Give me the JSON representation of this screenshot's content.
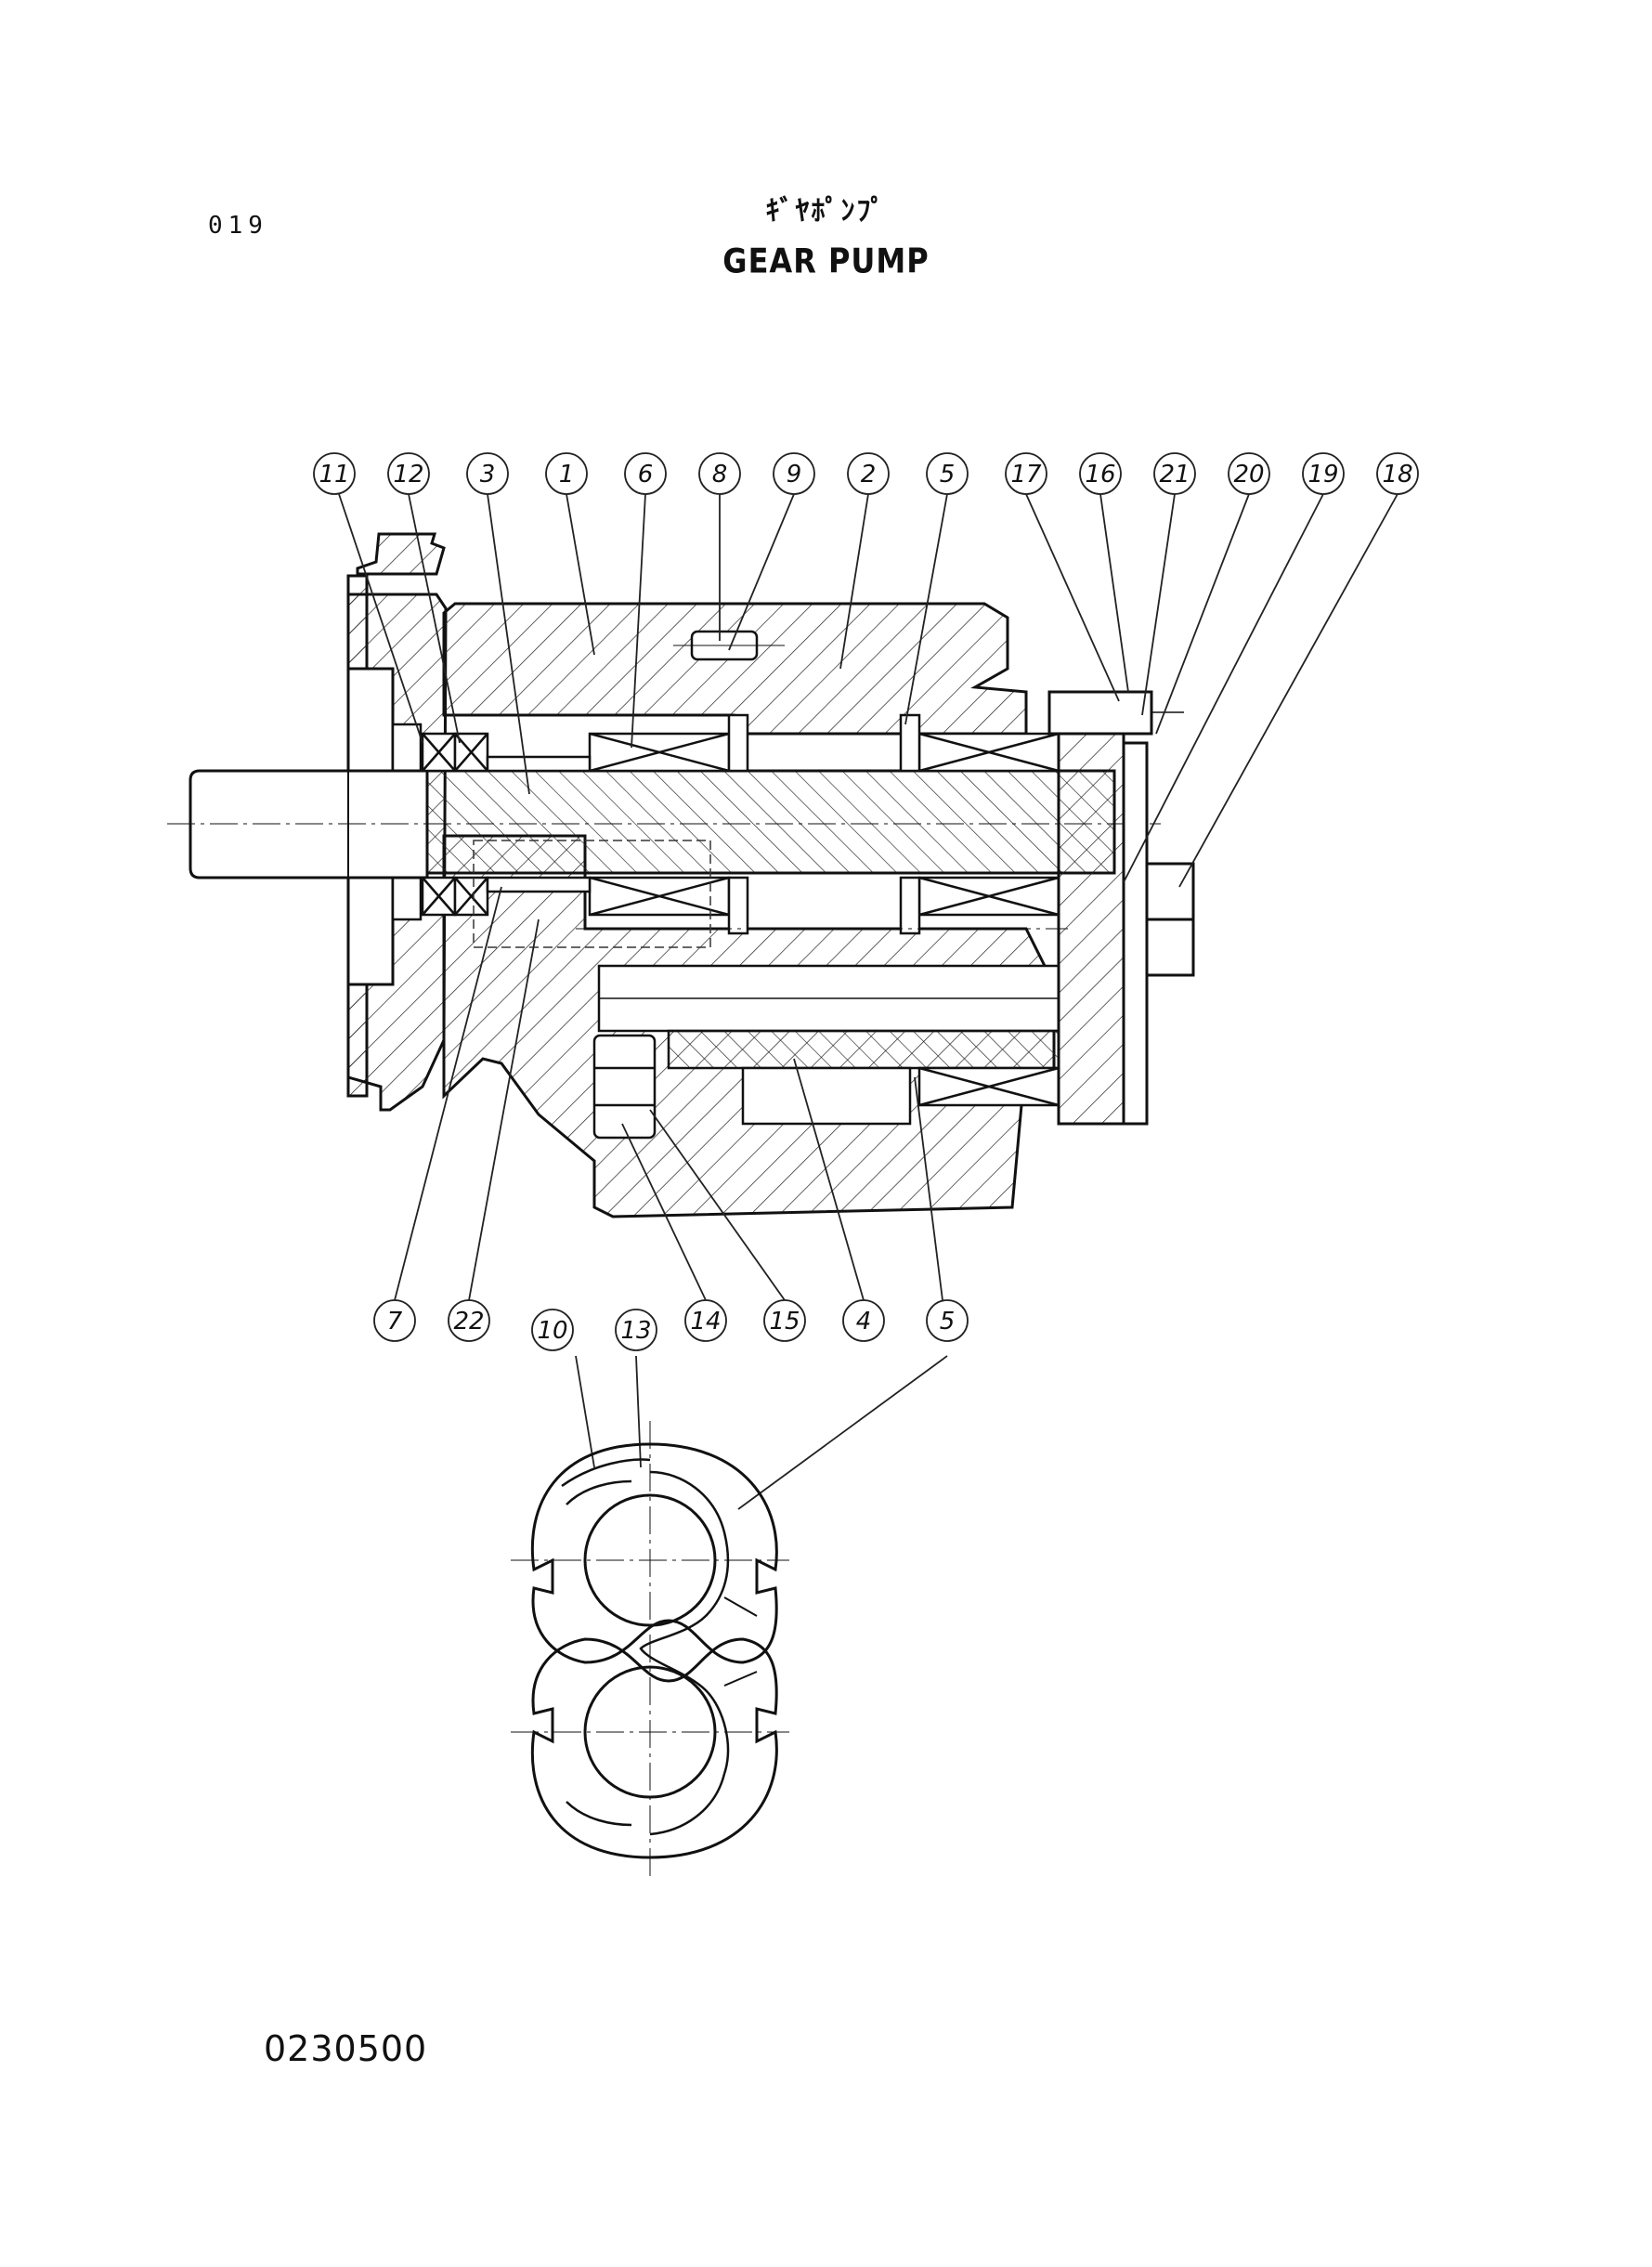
{
  "page_number": "019",
  "title_jp": "ｷﾞﾔﾎﾟﾝﾌﾟ",
  "title_en": "GEAR PUMP",
  "document_code": "0230500",
  "callouts_top": [
    "11",
    "12",
    "3",
    "1",
    "6",
    "8",
    "9",
    "2",
    "5",
    "17",
    "16",
    "21",
    "20",
    "19",
    "18"
  ],
  "callouts_bottom": [
    "7",
    "22",
    "10",
    "13",
    "14",
    "15",
    "4",
    "5"
  ]
}
